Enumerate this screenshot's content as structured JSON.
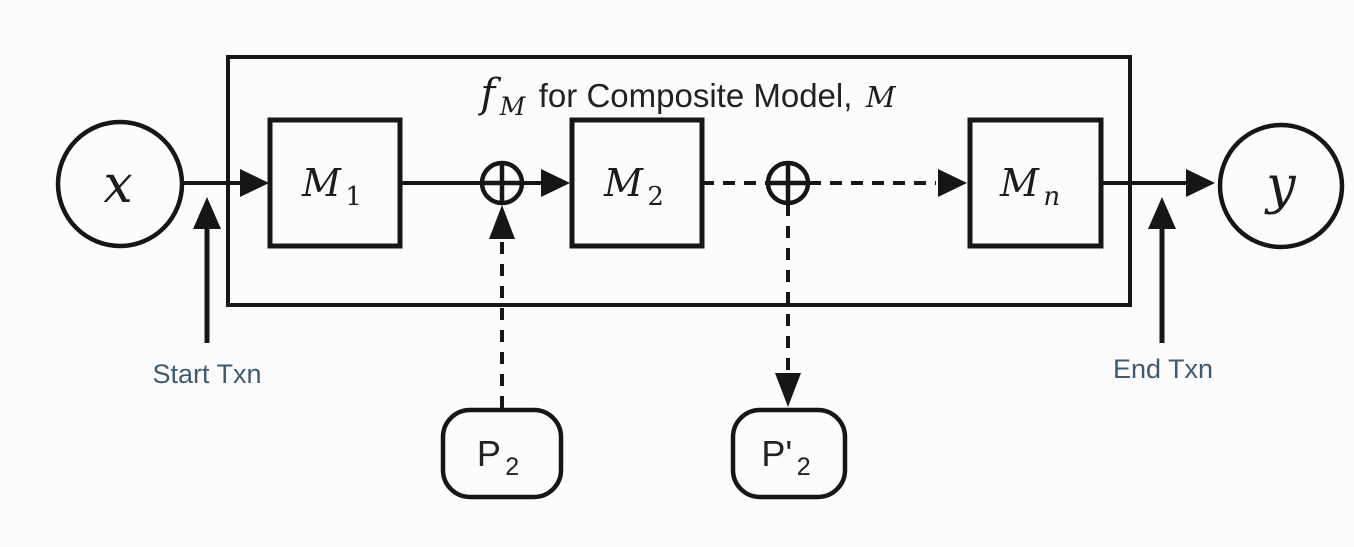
{
  "diagram": {
    "title": {
      "f": "f",
      "f_sub": "M",
      "rest": "for Composite Model,",
      "model_symbol": "M"
    },
    "input_node": {
      "label": "x"
    },
    "output_node": {
      "label": "y"
    },
    "models": [
      {
        "base": "M",
        "sub": "1"
      },
      {
        "base": "M",
        "sub": "2"
      },
      {
        "base": "M",
        "sub": "n"
      }
    ],
    "patches": [
      {
        "base": "P",
        "sub": "2"
      },
      {
        "base": "P'",
        "sub": "2"
      }
    ],
    "annotations": {
      "start_label": "Start Txn",
      "end_label": "End Txn"
    },
    "icons": {
      "xor_junction": "circled-plus",
      "arrowheads": "solid-triangle"
    },
    "colors": {
      "stroke": "#161616",
      "annotation_text": "#3d5a73",
      "background": "#fcfcfc"
    }
  }
}
